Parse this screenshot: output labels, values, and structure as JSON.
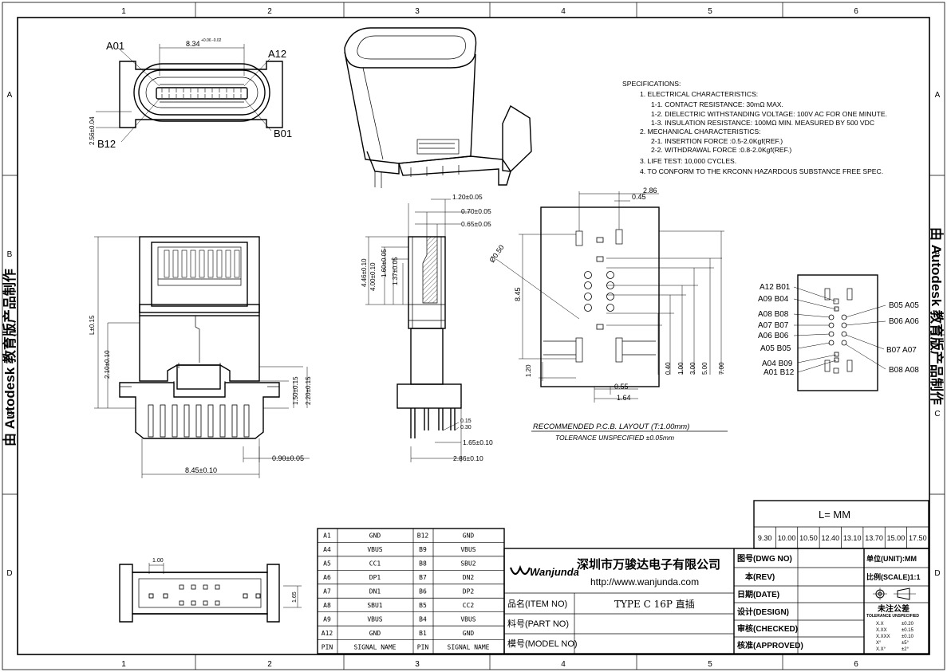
{
  "frame": {
    "cols": [
      "1",
      "2",
      "3",
      "4",
      "5",
      "6"
    ],
    "rows": [
      "A",
      "B",
      "C",
      "D"
    ],
    "watermark": "由 Autodesk 教育版产品制作"
  },
  "callouts": {
    "a01": "A01",
    "a12": "A12",
    "b12": "B12",
    "b01": "B01"
  },
  "dims": {
    "w834": "8.34",
    "w834_tol": "+0.06 -0.02",
    "h256": "2.56±0.04",
    "l015": "L±0.15",
    "h210": "2.10±0.10",
    "h150": "1.50±0.15",
    "h220": "2.20±0.15",
    "w090": "0.90±0.05",
    "w845": "8.45±0.10",
    "s120": "1.20±0.05",
    "s070": "0.70±0.05",
    "s065": "0.65±0.05",
    "s446": "4.46±0.10",
    "s400": "4.00±0.10",
    "s160": "1.60±0.05",
    "s137": "1.37±0.05",
    "s015": "0.15",
    "s030": "0.30",
    "s165": "1.65±0.10",
    "s286": "2.86±0.10",
    "p286": "2.86",
    "p045": "0.45",
    "p050": "Ø0.50",
    "p845": "8.45",
    "p120": "1.20",
    "p040": "0.40",
    "p100": "1.00",
    "p300": "3.00",
    "p500": "5.00",
    "p700": "7.00",
    "p055": "0.55",
    "p164": "1.64",
    "b100": "1.00",
    "b165": "1.65"
  },
  "specs": {
    "title": "SPECIFICATIONS:",
    "lines": [
      "1. ELECTRICAL CHARACTERISTICS:",
      "1-1. CONTACT RESISTANCE: 30mΩ MAX.",
      "1-2. DIELECTRIC WITHSTANDING VOLTAGE: 100V AC FOR ONE MINUTE.",
      "1-3. INSULATION RESISTANCE: 100MΩ MIN. MEASURED BY 500 VDC",
      "2. MECHANICAL CHARACTERISTICS:",
      "2-1. INSERTION FORCE :0.5-2.0Kgf(REF.)",
      "2-2. WITHDRAWAL FORCE :0.8-2.0Kgf(REF.)",
      "3. LIFE TEST: 10,000 CYCLES.",
      "4. TO CONFORM TO THE KRCONN HAZARDOUS SUBSTANCE FREE SPEC."
    ]
  },
  "pcb": {
    "title": "RECOMMENDED   P.C.B. LAYOUT  (T:1.00mm)",
    "tolerance": "TOLERANCE  UNSPECIFIED  ±0.05mm"
  },
  "pinmap": {
    "left": [
      "A12  B01",
      "A09  B04",
      "A08  B08",
      "A07  B07",
      "A06  B06",
      "A05  B05",
      "A04  B09",
      "A01  B12"
    ],
    "right": [
      "B05  A05",
      "B06  A06",
      "B07  A07",
      "B08  A08"
    ]
  },
  "length_table": {
    "header": "L=      MM",
    "values": [
      "9.30",
      "10.00",
      "10.50",
      "12.40",
      "13.10",
      "13.70",
      "15.00",
      "17.50"
    ]
  },
  "pin_table": {
    "rows": [
      [
        "A1",
        "GND",
        "B12",
        "GND"
      ],
      [
        "A4",
        "VBUS",
        "B9",
        "VBUS"
      ],
      [
        "A5",
        "CC1",
        "B8",
        "SBU2"
      ],
      [
        "A6",
        "DP1",
        "B7",
        "DN2"
      ],
      [
        "A7",
        "DN1",
        "B6",
        "DP2"
      ],
      [
        "A8",
        "SBU1",
        "B5",
        "CC2"
      ],
      [
        "A9",
        "VBUS",
        "B4",
        "VBUS"
      ],
      [
        "A12",
        "GND",
        "B1",
        "GND"
      ],
      [
        "PIN",
        "SIGNAL NAME",
        "PIN",
        "SIGNAL NAME"
      ]
    ]
  },
  "title_block": {
    "logo": "Wanjunda",
    "company": "深圳市万骏达电子有限公司",
    "url": "http://www.wanjunda.com",
    "item_label": "品名(ITEM NO)",
    "item_value": "TYPE C 16P 直插",
    "part_label": "料号(PART NO)",
    "model_label": "模号(MODEL NO)",
    "dwg_label": "图号(DWG NO)",
    "rev_label": "本(REV)",
    "date_label": "日期(DATE)",
    "design_label": "设计(DESIGN)",
    "checked_label": "审核(CHECKED)",
    "approved_label": "核准(APPROVED)",
    "unit_label": "单位(UNIT):MM",
    "scale_label": "比例(SCALE)1:1",
    "tol_title": "未注公差",
    "tol_sub": "TOLERANCE UNSPECIFIED",
    "tol_rows": [
      [
        "X.X",
        "±0.20"
      ],
      [
        "X.XX",
        "±0.15"
      ],
      [
        "X.XXX",
        "±0.10"
      ],
      [
        "X°",
        "±5°"
      ],
      [
        "X.X°",
        "±2°"
      ]
    ]
  }
}
